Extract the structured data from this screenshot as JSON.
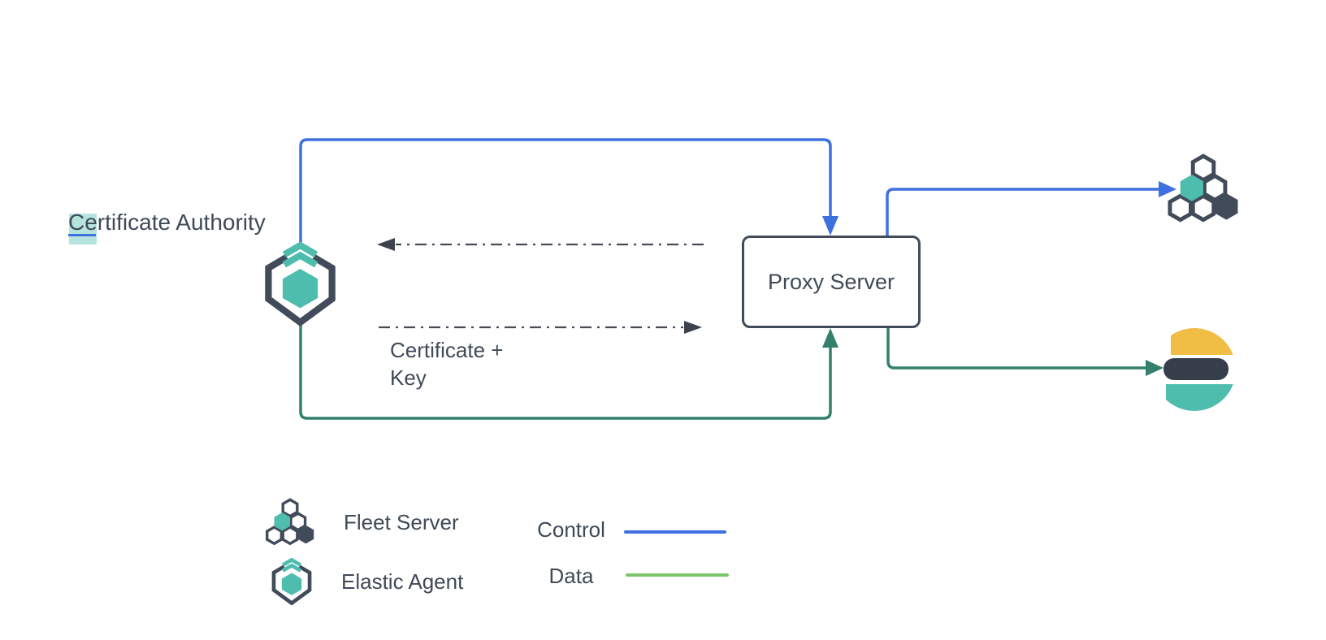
{
  "diagram": {
    "nodes": {
      "certificate_authority": {
        "label": "Certificate Authority",
        "selected_char": "C",
        "label_rest": "ertificate Authority"
      },
      "proxy_server": {
        "label": "Proxy Server"
      },
      "fleet_server": {
        "icon": "fleet-server-icon"
      },
      "elasticsearch": {
        "icon": "elasticsearch-icon"
      },
      "elastic_agent": {
        "icon": "elastic-agent-icon"
      }
    },
    "annotations": {
      "certificate_key_line1": "Certificate +",
      "certificate_key_line2": "Key"
    },
    "edges": [
      {
        "name": "control-agent-to-proxy",
        "type": "control",
        "color": "#3e70e0"
      },
      {
        "name": "control-proxy-to-fleet-server",
        "type": "control",
        "color": "#3e70e0"
      },
      {
        "name": "data-agent-to-proxy",
        "type": "data",
        "color": "#33806d"
      },
      {
        "name": "data-proxy-to-elasticsearch",
        "type": "data",
        "color": "#33806d"
      },
      {
        "name": "dashed-proxy-to-agent",
        "type": "dash-dot",
        "color": "#454c55"
      },
      {
        "name": "dashed-agent-to-proxy-certificate-key",
        "type": "dash-dot",
        "color": "#454c55"
      }
    ],
    "legend": {
      "items": [
        {
          "icon": "fleet-server-icon",
          "label": "Fleet Server"
        },
        {
          "icon": "elastic-agent-icon",
          "label": "Elastic Agent"
        }
      ],
      "lines": [
        {
          "label": "Control",
          "color": "#3e70e0"
        },
        {
          "label": "Data",
          "color": "#7cc46b"
        }
      ]
    },
    "colors": {
      "control_blue": "#3e70e0",
      "data_green": "#33806d",
      "legend_data_green": "#7cc46b",
      "teal": "#4ebdae",
      "dark_slate": "#414b59",
      "elasticsearch_yellow": "#f0bd45",
      "elasticsearch_bar_dark": "#363e4c",
      "dashed_gray": "#454c55",
      "selection_highlight": "rgba(78,189,174,0.42)"
    }
  }
}
